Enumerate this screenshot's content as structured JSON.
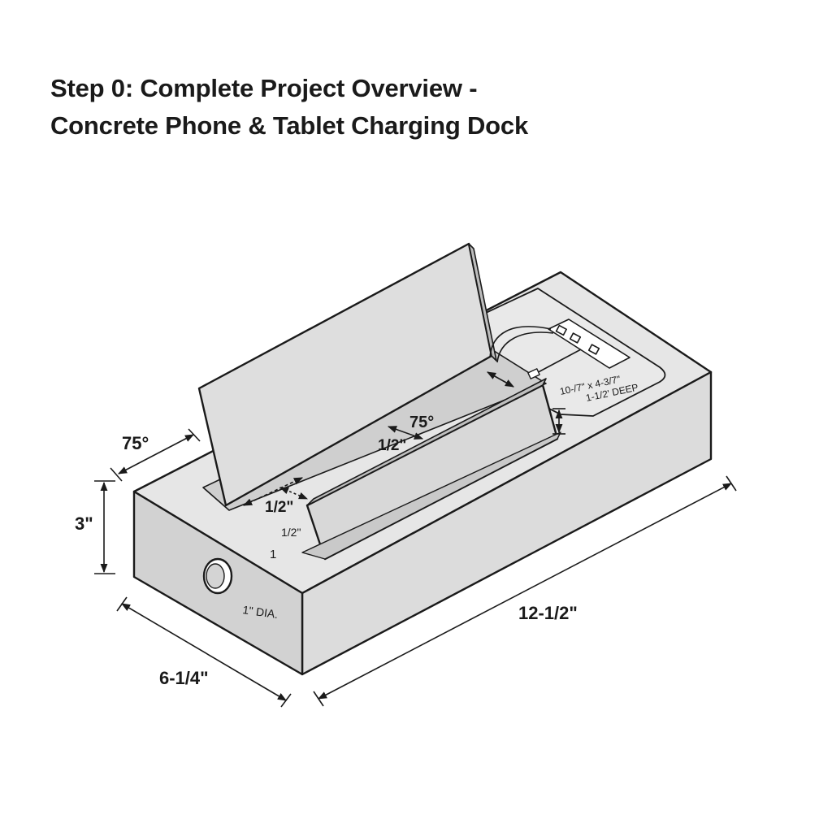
{
  "title": {
    "line1": "Step 0: Complete Project Overview -",
    "line2": "Concrete Phone & Tablet Charging Dock"
  },
  "dimensions": {
    "back_angle": "75°",
    "front_angle": "75°",
    "height": "3\"",
    "depth": "6-1/4\"",
    "length": "12-1/2\"",
    "slot_width_back": "1/2\"",
    "slot_width_front": "1/2\"",
    "slot_small": "1/2\"",
    "slot_number": "1",
    "hole_diameter": "1\" DIA.",
    "recess_size": "10-/7\" x 4-3/7\"",
    "recess_depth": "1-1/2' DEEP"
  },
  "colors": {
    "concrete_top": "#e4e4e4",
    "concrete_front": "#dcdcdc",
    "concrete_side": "#cfcfcf",
    "outline": "#1a1a1a"
  }
}
